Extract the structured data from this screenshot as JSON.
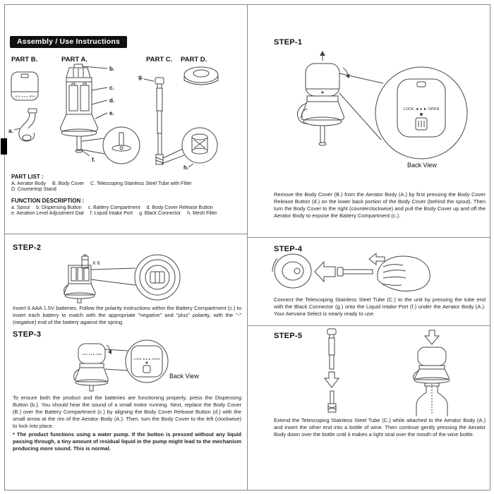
{
  "header": {
    "title": "Assembly / Use Instructions"
  },
  "parts": {
    "part_a_label": "PART A.",
    "part_b_label": "PART B.",
    "part_c_label": "PART C.",
    "part_d_label": "PART D.",
    "lock_open": "LOCK ◄ ● ► OPEN",
    "callouts": {
      "a": "a.",
      "b": "b.",
      "c": "c.",
      "d": "d.",
      "e": "e.",
      "f": "f.",
      "g": "g.",
      "h": "h."
    }
  },
  "part_list": {
    "title": "PART LIST :",
    "items": [
      "A. Aerator Body",
      "B. Body Cover",
      "C. Telescoping Stainless Steel Tube with Filter",
      "D. Countertop Stand"
    ]
  },
  "function_description": {
    "title": "FUNCTION DESCRIPTION :",
    "items": [
      "a. Spout",
      "b. Dispensing Button",
      "c. Battery Compartment",
      "d. Body Cover Release Button",
      "e. Aeration Level Adjustment Dial",
      "f. Liquid Intake Port",
      "g. Black Connector",
      "h. Mesh Filter"
    ]
  },
  "steps": {
    "step1": {
      "title": "STEP-1",
      "back_view_label": "Back View",
      "body": "Remove the Body Cover (B.) from the Aerator Body (A.) by first pressing the Body Cover Release Button (d.) on the lower back portion of the Body Cover (behind the spout). Then turn the Body Cover to the right (counterclockwise) and pull the Body Cover up and off the Aerator Body to expose the Battery Compartment (c.)."
    },
    "step2": {
      "title": "STEP-2",
      "battery_count": "X 6",
      "body": "Insert 6 AAA 1.5V batteries. Follow the polarity instructions within the Battery Compartment (c.) to insert each battery to match with the appropriate \"negative\" and \"plus\" polarity, with the \"-\" (negative) end of the battery against the spring."
    },
    "step3": {
      "title": "STEP-3",
      "back_view_label": "Back View",
      "body": "To ensure both the product and the batteries are functioning properly, press the Dispensing Button (b.). You should hear the sound of a small motor running. Next, replace the Body Cover (B.) over the Battery Compartment (c.) by aligning the Body Cover Release Button (d.) with the small arrow at the rim of the Aerator Body (A.). Then, turn the Body Cover to the left (clockwise) to lock into place.",
      "note": "* The product functions using a water pump. If the button is pressed without any liquid passing through, a tiny amount of residual liquid in the pump might lead to the mechanism producing more sound. This is normal."
    },
    "step4": {
      "title": "STEP-4",
      "body": "Connect the Telescoping Stainless Steel Tube (C.) to the unit by pressing the tube end with the Black Connector (g.) onto the Liquid Intake Port (f.) under the Aerator Body (A.). Your Aervana Select is nearly ready to use."
    },
    "step5": {
      "title": "STEP-5",
      "body": "Extend the Telescoping Stainless Steel Tube (C.) while attached to the Aerator Body (A.) and insert the other end into a bottle of wine. Then continue gently pressing the Aerator Body down over the bottle until it makes a tight seal over the mouth of the wine bottle."
    }
  }
}
